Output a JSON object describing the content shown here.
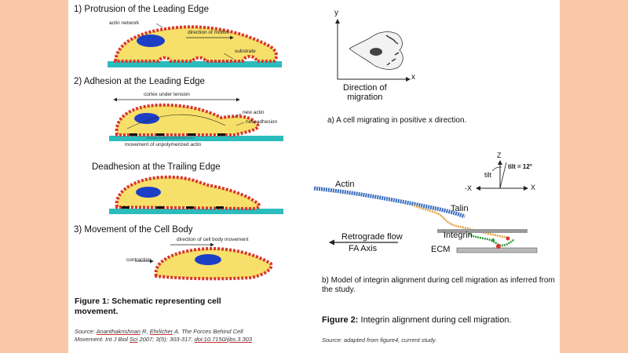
{
  "fig1": {
    "sections": {
      "s1": "1) Protrusion of the Leading Edge",
      "s2": "2) Adhesion at the Leading Edge",
      "s2b": "Deadhesion at the Trailing Edge",
      "s3": "3) Movement of the Cell Body"
    },
    "labels": {
      "actin_network": "actin network",
      "direction_of_motion": "direction of motion",
      "substrate": "substrate",
      "cortex": "cortex under tension",
      "new_actin": "new actin",
      "new_adhesion": "new adhesion",
      "unpolymerized": "movement of unpolymerized actin",
      "cell_body_dir": "direction of cell body movement",
      "contraction": "contraction"
    },
    "caption_bold": "Figure 1: Schematic representing cell movement.",
    "source": {
      "prefix": "Source: ",
      "author1": "Ananthakrishnan",
      "mid1": " R, ",
      "author2": "Ehrlicher",
      "mid2": " A. The Forces Behind Cell Movement. Int J Biol ",
      "sci": "Sci",
      "mid3": " 2007; 3(5): 303-317. ",
      "doi": "doi:10.7150/ijbs.3.303"
    }
  },
  "fig2": {
    "axis_x": "x",
    "axis_y": "y",
    "direction_of_migration": "Direction of\nmigration",
    "caption_a": "a) A cell migrating in positive x direction.",
    "tilt_value": "tilt = 12°",
    "tilt": "tilt",
    "z": "Z",
    "neg_x": "-X",
    "pos_x": "X",
    "actin": "Actin",
    "talin": "Talin",
    "integrin": "Integrin",
    "ecm": "ECM",
    "retrograde": "Retrograde flow",
    "fa_axis": "FA Axis",
    "caption_b": "b) Model of integrin alignment during cell migration as inferred from the study.",
    "caption_title_bold": "Figure 2:",
    "caption_title_rest": "  Integrin alignment during cell migration.",
    "source": "Source: adapted from figure4, current study."
  },
  "colors": {
    "background": "#f9c8a7",
    "substrate": "#2bbcbc",
    "cell_fill": "#f7e06a",
    "cell_border": "#d7372e",
    "nucleus": "#1c3fc6",
    "actin_blue": "#3a6fbf",
    "talin_orange": "#e0a243",
    "integrin_green": "#2f9a3a"
  }
}
